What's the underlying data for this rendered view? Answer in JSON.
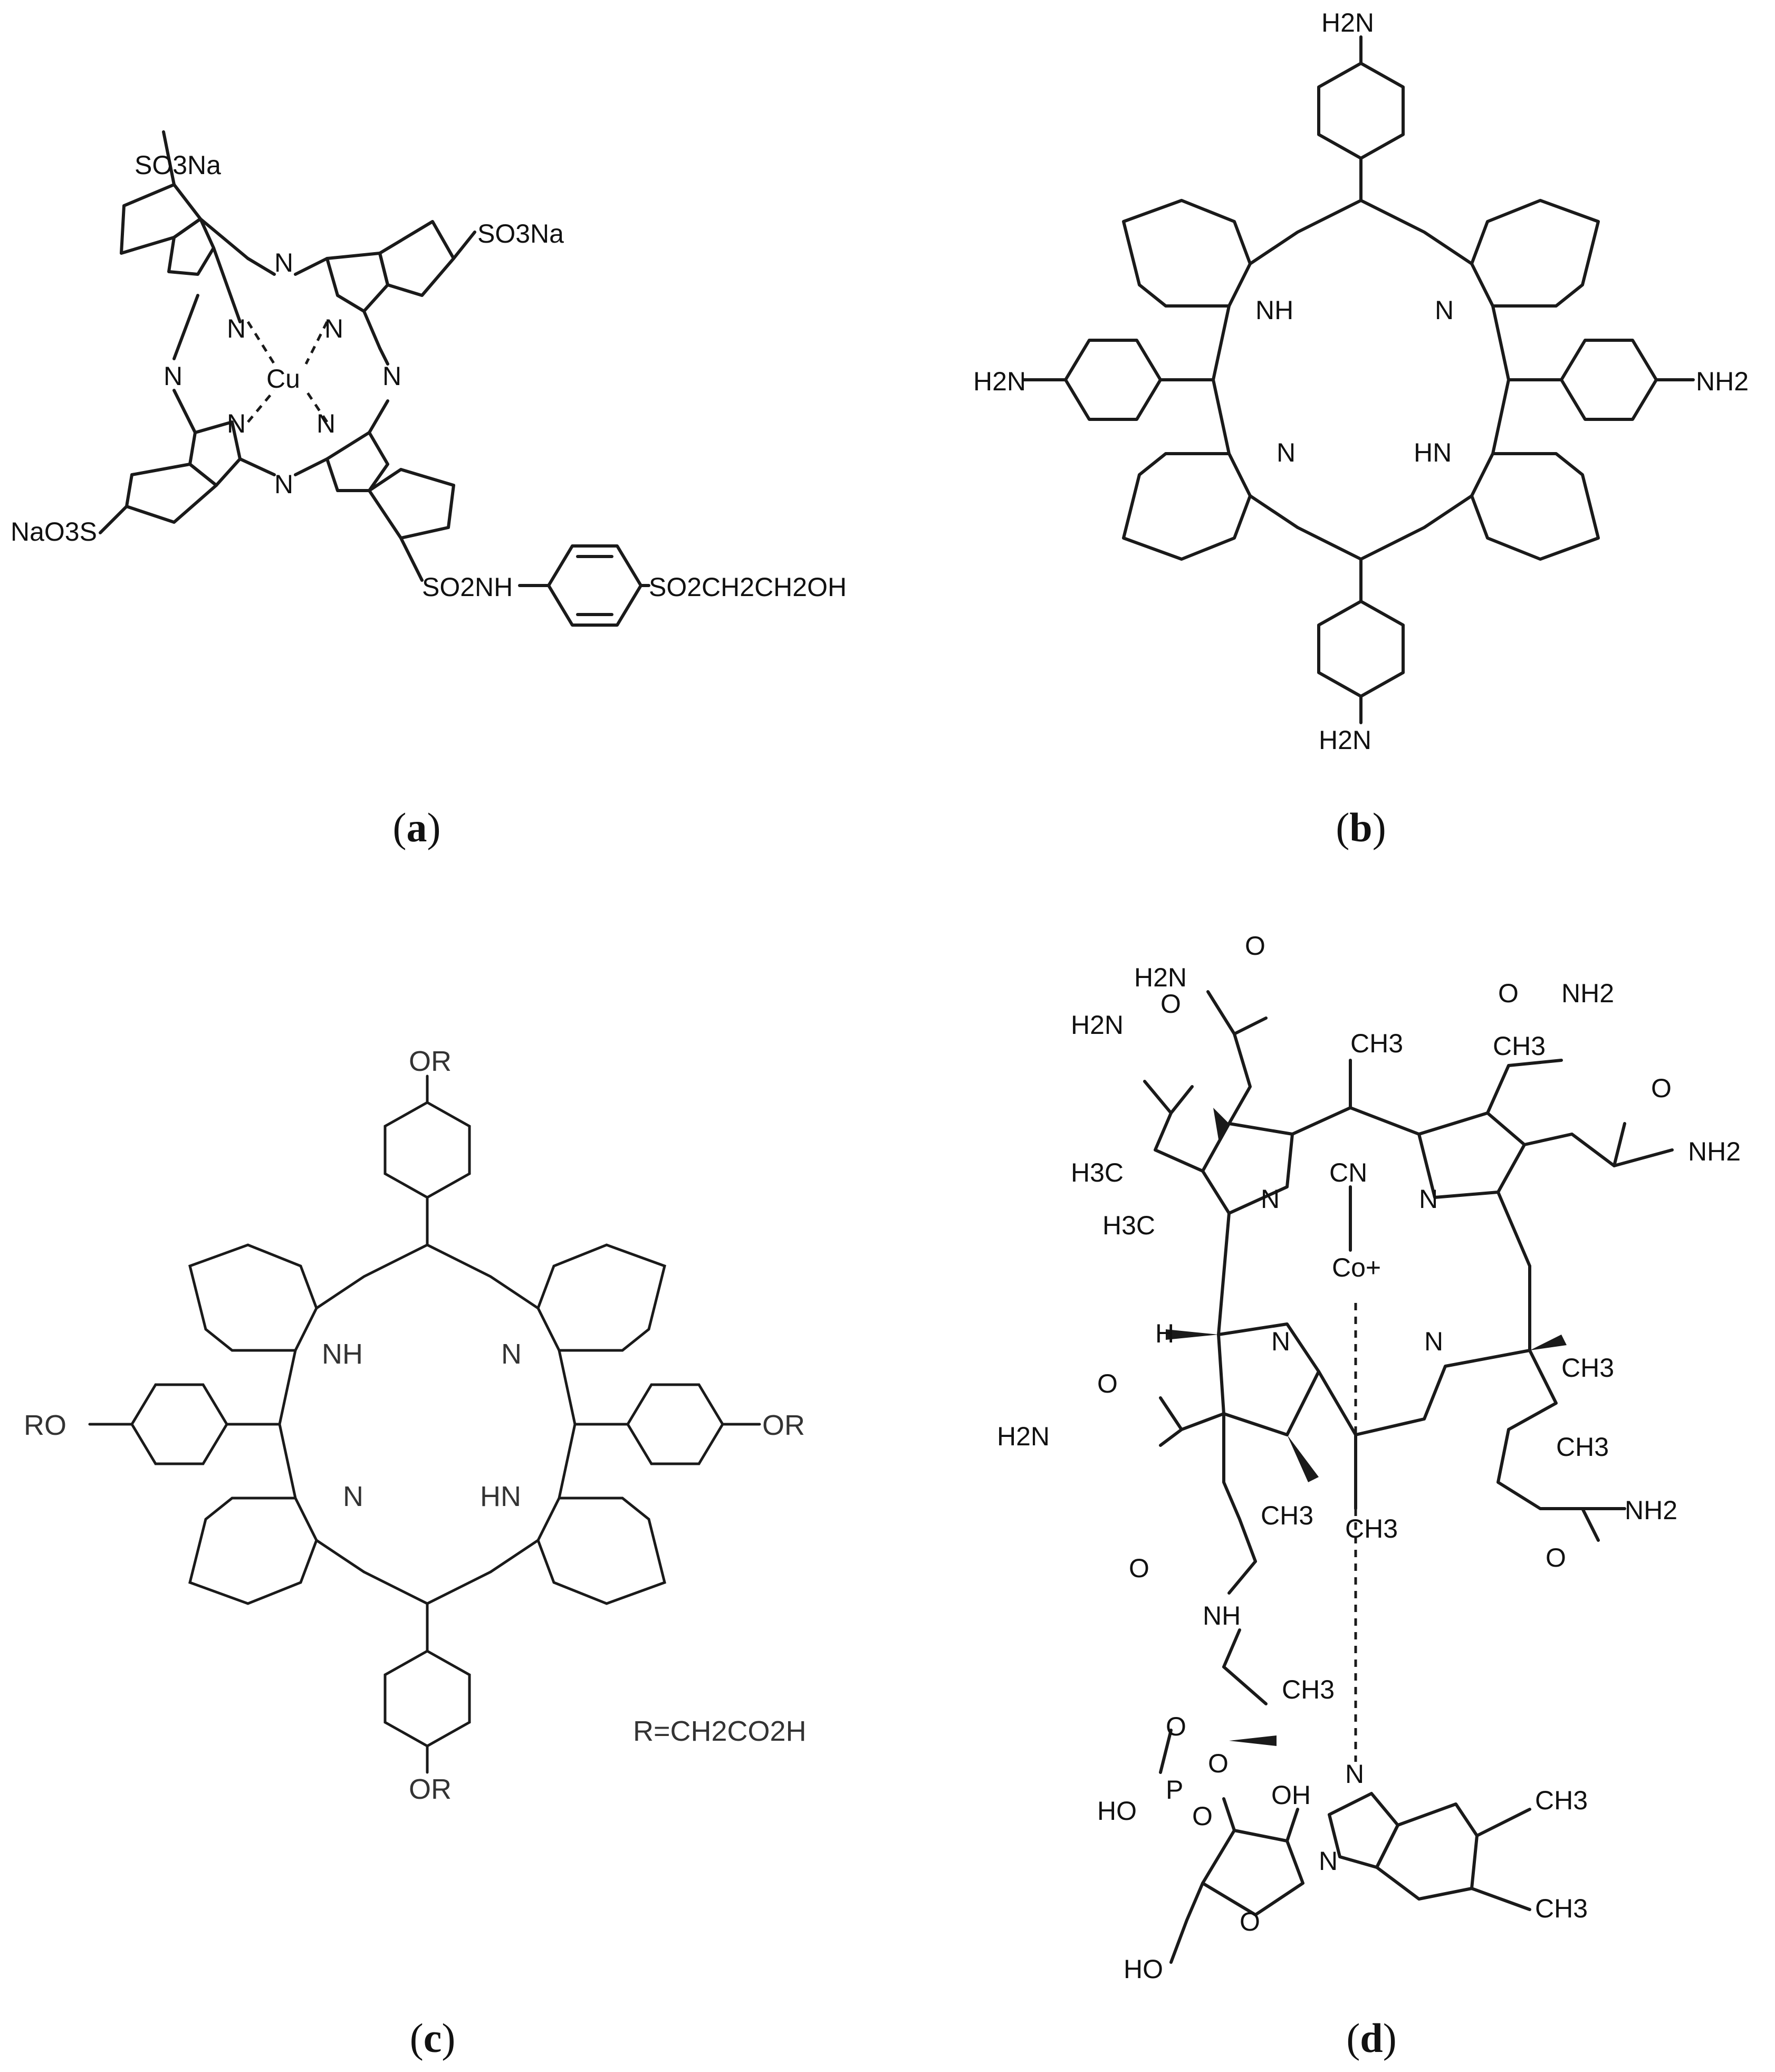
{
  "panels": {
    "a": {
      "caption_open": "(",
      "caption_letter": "a",
      "caption_close": ")",
      "atoms": {
        "so3na_top": "SO3Na",
        "so3na_right": "SO3Na",
        "nao3s": "NaO3S",
        "cu": "Cu",
        "n1": "N",
        "n2": "N",
        "n3": "N",
        "n4": "N",
        "n5": "N",
        "n6": "N",
        "n7": "N",
        "n8": "N",
        "so2nh": "SO2NH",
        "so2ch2ch2oh": "SO2CH2CH2OH"
      }
    },
    "b": {
      "caption_open": "(",
      "caption_letter": "b",
      "caption_close": ")",
      "atoms": {
        "nh2_top": "H2N",
        "nh2_left": "H2N",
        "nh2_right": "NH2",
        "nh2_bottom": "H2N",
        "nh": "NH",
        "n_tr": "N",
        "n_bl": "N",
        "hn": "HN"
      }
    },
    "c": {
      "caption_open": "(",
      "caption_letter": "c",
      "caption_close": ")",
      "atoms": {
        "or_top": "OR",
        "or_left": "RO",
        "or_right": "OR",
        "or_bottom": "OR",
        "nh": "NH",
        "n_tr": "N",
        "n_bl": "N",
        "hn": "HN",
        "r_def": "R=CH2CO2H"
      }
    },
    "d": {
      "caption_open": "(",
      "caption_letter": "d",
      "caption_close": ")",
      "atoms": {
        "h2n_1": "H2N",
        "o_1": "O",
        "h2n_2": "H2N",
        "o_2": "O",
        "ch3_top": "CH3",
        "ch3_ur": "CH3",
        "o_3": "O",
        "nh2_3": "NH2",
        "o_4": "O",
        "nh2_4": "NH2",
        "h3c_1": "H3C",
        "h3c_2": "H3C",
        "n_a": "N",
        "n_b": "N",
        "cn": "CN",
        "co": "Co+",
        "h": "H",
        "n_c": "N",
        "n_d": "N",
        "ch3_r1": "CH3",
        "ch3_r2": "CH3",
        "o_5": "O",
        "h2n_5": "H2N",
        "ch3_b1": "CH3",
        "ch3_b2": "CH3",
        "o_6": "O",
        "nh2_6": "NH2",
        "o_7": "O",
        "nh": "NH",
        "ch3_iso": "CH3",
        "o_8": "O",
        "o_9": "O",
        "ho_p": "HO",
        "p": "P",
        "o_10": "O",
        "oh": "OH",
        "n_e": "N",
        "n_f": "N",
        "ch3_bz1": "CH3",
        "ch3_bz2": "CH3",
        "o_ring": "O",
        "ho_end": "HO"
      }
    }
  }
}
